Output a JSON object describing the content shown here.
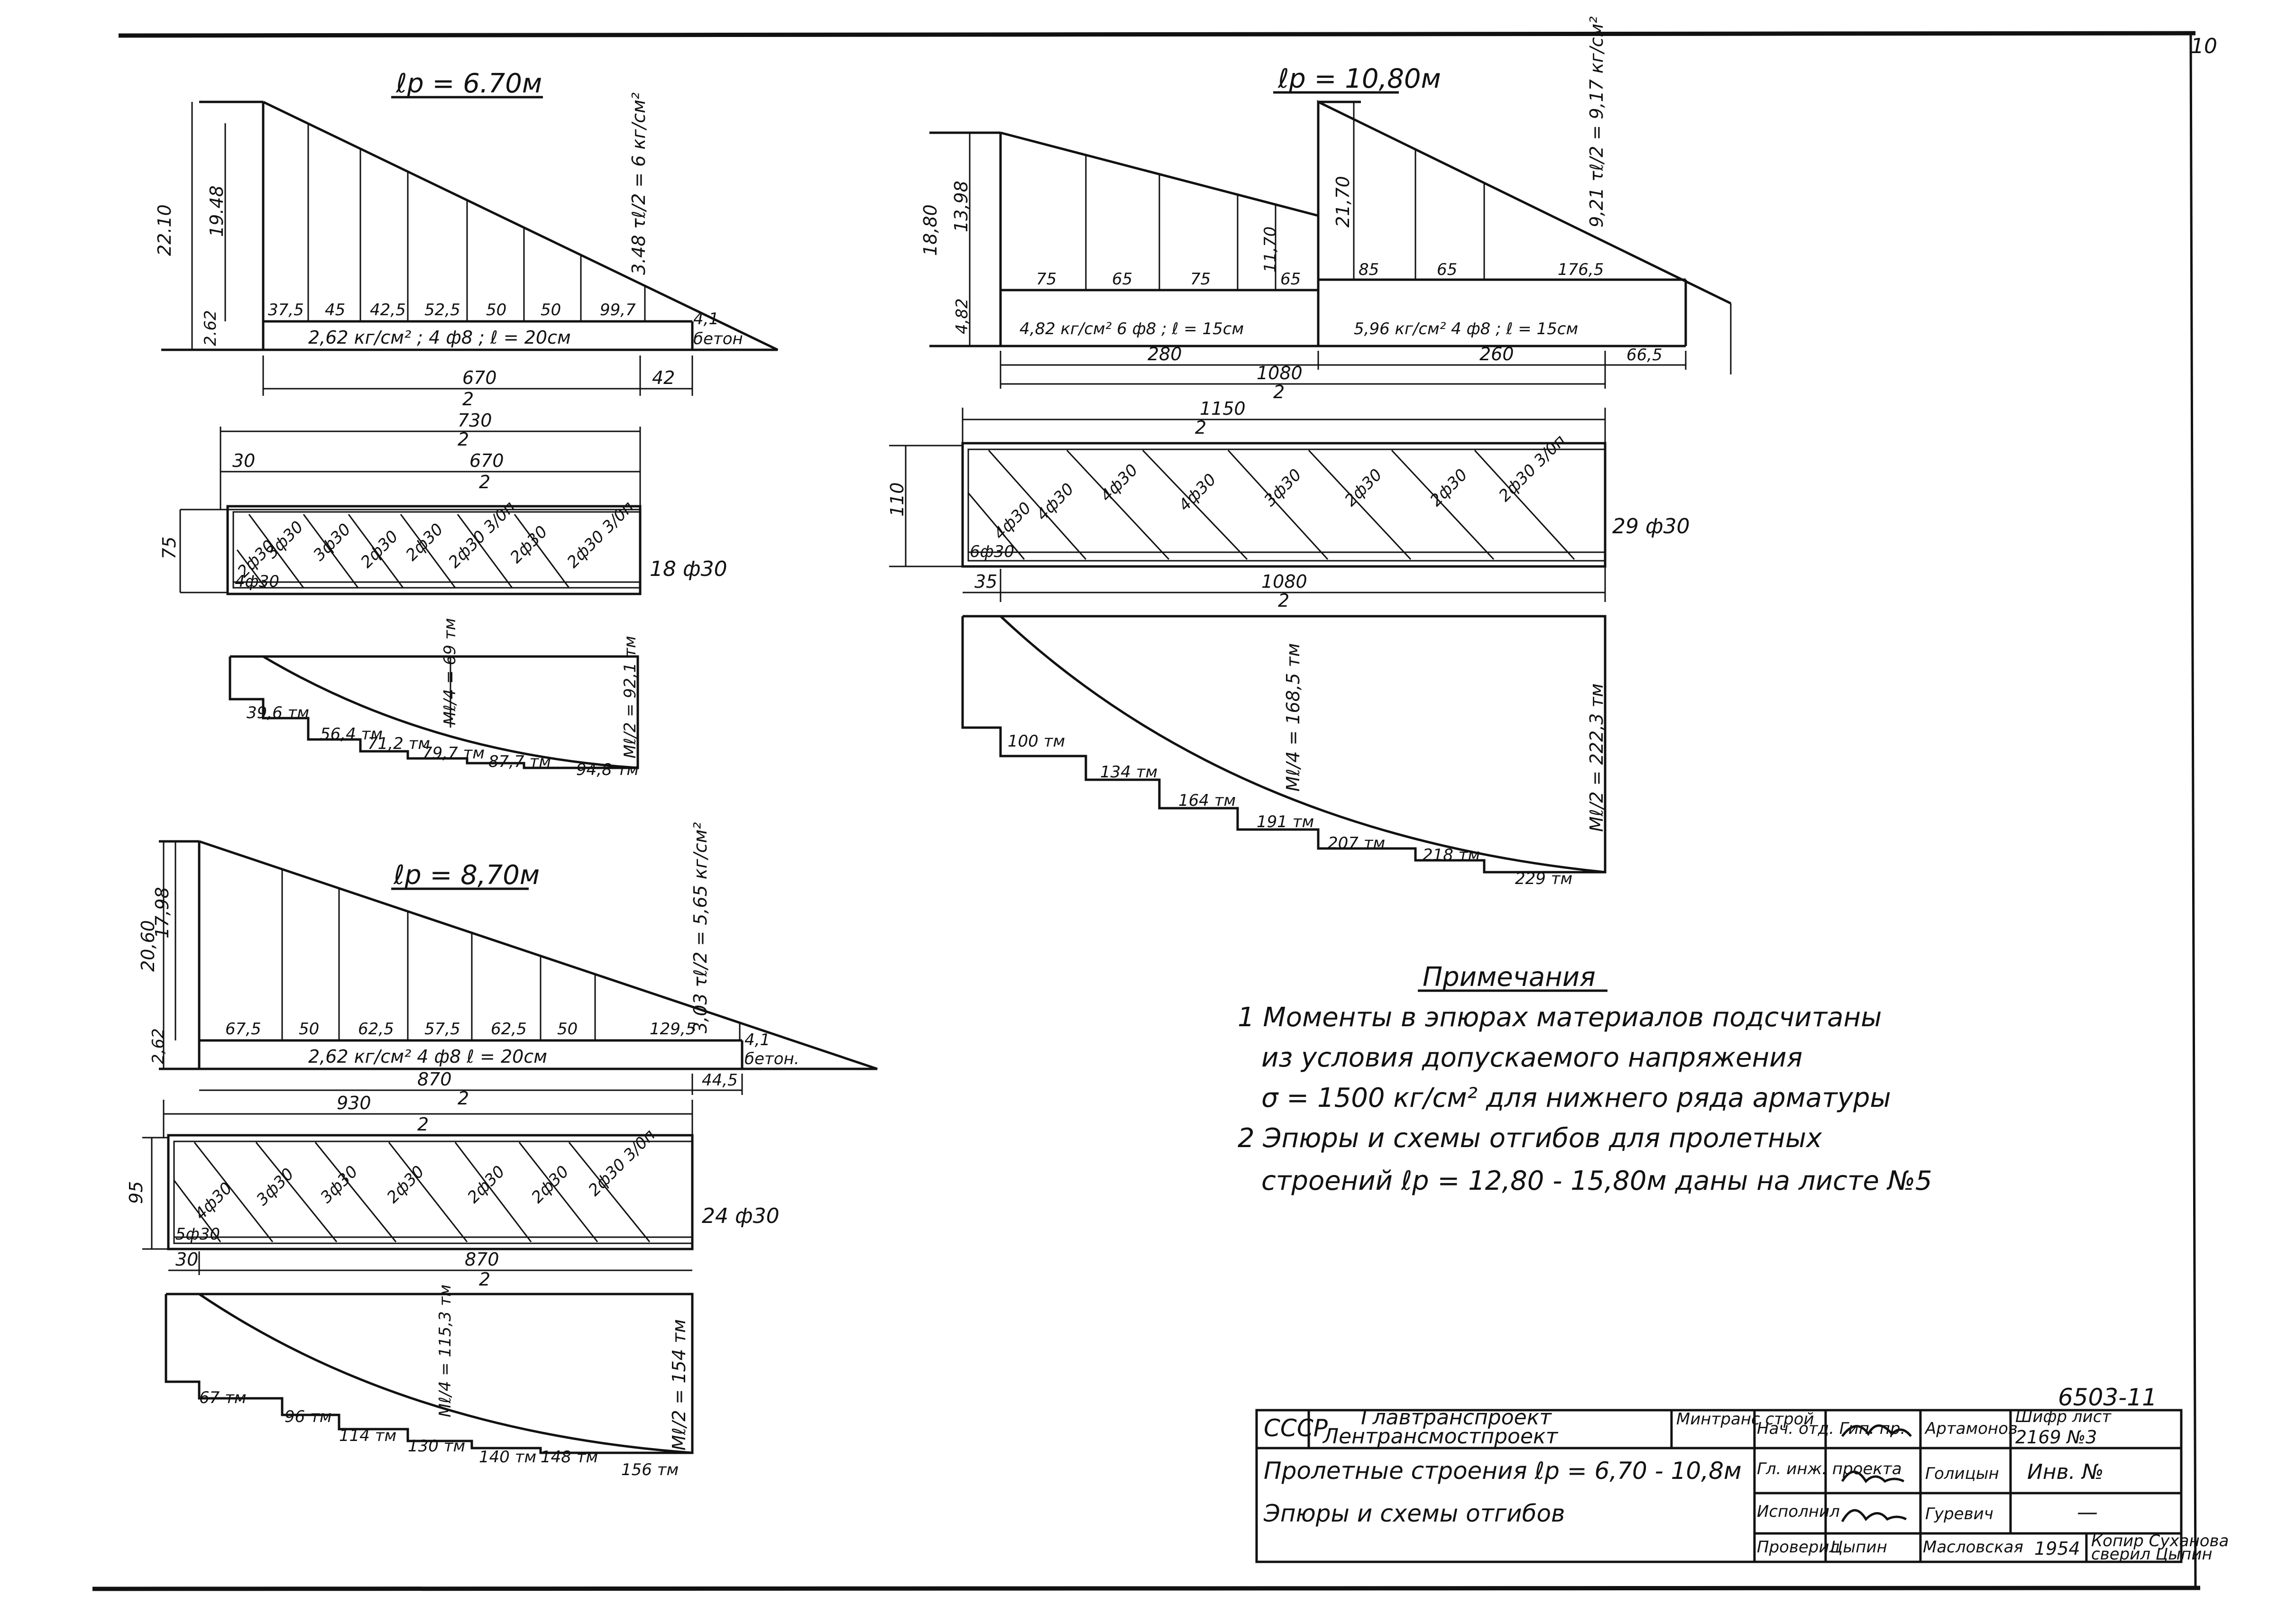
{
  "page": {
    "number": "10"
  },
  "span_670": {
    "title": "ℓр = 6.70м",
    "height_total": "22.10",
    "height_web": "19.48",
    "height_base": "2.62",
    "tau": "3.48  τℓ/2 = 6 кг/см²",
    "steps": [
      "37,5",
      "45",
      "42,5",
      "52,5",
      "50",
      "50",
      "99,7"
    ],
    "end_label": "4,1",
    "end_word": "бетон",
    "base_note": "2,62 кг/см² ;  4 ф8 ;  ℓ = 20см",
    "dim_main": "670",
    "dim_half": "2",
    "dim_right": "42",
    "beam_dim_total": "730",
    "beam_dim_total_half": "2",
    "beam_dim_left": "30",
    "beam_dim_inner": "670",
    "beam_dim_inner_half": "2",
    "beam_height": "75",
    "bars": [
      "2ф30",
      "3ф30",
      "3ф30",
      "2ф30",
      "2ф30",
      "2ф30 3/0п",
      "2ф30",
      "2ф30 3/0п"
    ],
    "corner_bar": "4ф30",
    "bars_total": "18 ф30",
    "moments": [
      "39,6 тм",
      "56,4 тм",
      "71,2 тм",
      "79,7 тм",
      "87,7 тм",
      "94,8 тм"
    ],
    "m_quarter": "Мℓ/4 = 69 тм",
    "m_half": "Мℓ/2 = 92,1 тм"
  },
  "span_1080": {
    "title": "ℓр = 10,80м",
    "h_left_total": "18,80",
    "h_left_web": "13,98",
    "h_left_base": "4,82",
    "h_mid": "11,70",
    "h_right": "21,70",
    "tau": "9,21  τℓ/2 = 9,17 кг/см²",
    "steps_left": [
      "75",
      "65",
      "75",
      "65"
    ],
    "steps_right": [
      "85",
      "65",
      "176,5"
    ],
    "note_left": "4,82 кг/см²   6 ф8 ;  ℓ = 15см",
    "note_right": "5,96 кг/см²   4 ф8 ;  ℓ = 15см",
    "dim_280": "280",
    "dim_1080": "1080",
    "dim_260": "260",
    "dim_66": "66,5",
    "dim_half": "2",
    "beam_dim_total": "1150",
    "beam_dim_total_half": "2",
    "beam_height": "110",
    "bars": [
      "4ф30",
      "4ф30",
      "4ф30",
      "4ф30",
      "3ф30",
      "2ф30",
      "2ф30",
      "2ф30 3/0п"
    ],
    "corner_bar": "6ф30",
    "bars_total": "29 ф30",
    "beam_dim_left": "35",
    "beam_dim_inner": "1080",
    "beam_dim_inner_half": "2",
    "moments": [
      "100 тм",
      "134 тм",
      "164 тм",
      "191 тм",
      "207 тм",
      "218 тм",
      "229 тм"
    ],
    "m_quarter": "Мℓ/4 = 168,5 тм",
    "m_half": "Мℓ/2 = 222,3 тм"
  },
  "span_870": {
    "title": "ℓр = 8,70м",
    "height_total": "20,60",
    "height_web": "17,98",
    "height_base": "2,62",
    "tau": "3,03  τℓ/2 = 5,65 кг/см²",
    "steps": [
      "67,5",
      "50",
      "62,5",
      "57,5",
      "62,5",
      "50",
      "129,5"
    ],
    "end_label": "4,1",
    "end_word": "бетон.",
    "base_note": "2,62 кг/см²   4 ф8    ℓ = 20см",
    "dim_main": "870",
    "dim_half": "2",
    "dim_right": "44,5",
    "beam_dim_total": "930",
    "beam_dim_total_half": "2",
    "beam_height": "95",
    "bars": [
      "4ф30",
      "3ф30",
      "3ф30",
      "2ф30",
      "2ф30",
      "2ф30",
      "2ф30 3/0п"
    ],
    "corner_bar": "5ф30",
    "bars_total": "24 ф30",
    "beam_dim_left": "30",
    "beam_dim_inner": "870",
    "beam_dim_inner_half": "2",
    "moments": [
      "67 тм",
      "96 тм",
      "114 тм",
      "130 тм",
      "140 тм",
      "148 тм",
      "156 тм"
    ],
    "m_quarter": "Мℓ/4 = 115,3 тм",
    "m_half": "Мℓ/2 = 154 тм"
  },
  "notes": {
    "title": "Примечания",
    "lines": [
      "1  Моменты  в  эпюрах  материалов  подсчитаны",
      "из  условия  допускаемого  напряжения",
      "σ = 1500 кг/см²  для  нижнего  ряда  арматуры",
      "2  Эпюры  и  схемы  отгибов  для  пролетных",
      "строений  ℓр = 12,80 - 15,80м  даны  на  листе  №5"
    ]
  },
  "title_block": {
    "drawing_no": "6503-11",
    "country": "СССР",
    "org1": "Главтранспроект",
    "org2": "Лентрансмостпроект",
    "ministry": "Минтранс строй",
    "title_line1": "Пролетные строения ℓр = 6,70 - 10,8м",
    "title_line2": "Эпюры  и  схемы  отгибов",
    "roles": [
      "Нач. отд. Гип. пр.",
      "Гл. инж. проекта",
      "Исполнил",
      "Проверил"
    ],
    "signatures": [
      "",
      "",
      "",
      "Цыпин"
    ],
    "names": [
      "Артамонов",
      "Голицын",
      "Гуревич",
      "Масловская"
    ],
    "year": "1954",
    "cipher_label": "Шифр  лист",
    "cipher_value": "2169  №3",
    "inv_label": "Инв. №",
    "inv_value": "—",
    "copy_line1": "Копир Суханова",
    "copy_line2": "сверил Цыпин"
  }
}
